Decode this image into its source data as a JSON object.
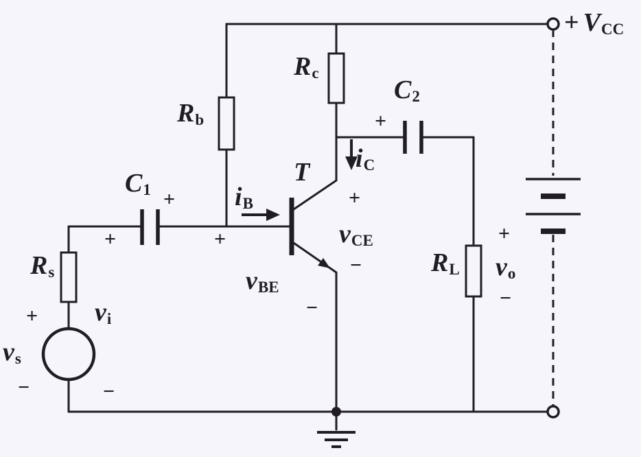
{
  "colors": {
    "bg": "#f6f5fb",
    "ink": "#201d26"
  },
  "labels": {
    "plus": "+",
    "minus": "−",
    "vcc": {
      "main": "V",
      "sub": "CC"
    },
    "rb": {
      "main": "R",
      "sub": "b"
    },
    "rc": {
      "main": "R",
      "sub": "c"
    },
    "rs": {
      "main": "R",
      "sub": "s"
    },
    "rl": {
      "main": "R",
      "sub": "L"
    },
    "c1": {
      "main": "C",
      "sub": "1"
    },
    "c2": {
      "main": "C",
      "sub": "2"
    },
    "transistor": "T",
    "ib": {
      "main": "i",
      "sub": "B"
    },
    "ic": {
      "main": "i",
      "sub": "C"
    },
    "vbe": {
      "main": "v",
      "sub": "BE"
    },
    "vce": {
      "main": "v",
      "sub": "CE"
    },
    "vi": {
      "main": "v",
      "sub": "i"
    },
    "vo": {
      "main": "v",
      "sub": "o"
    },
    "vs": {
      "main": "v",
      "sub": "s"
    }
  }
}
